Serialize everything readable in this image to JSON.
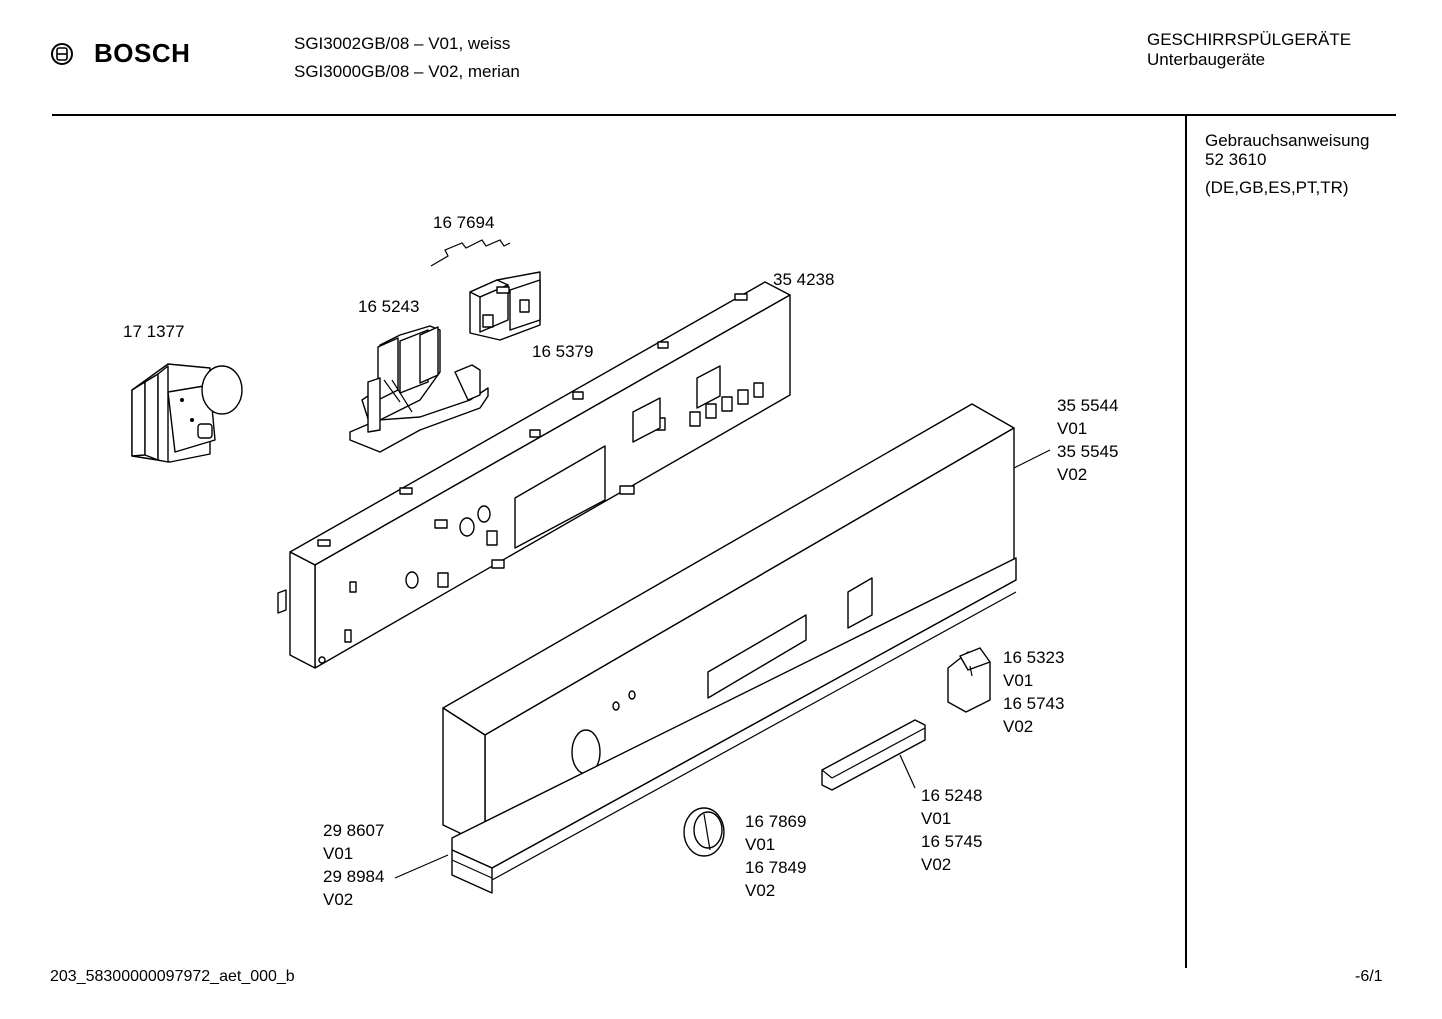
{
  "header": {
    "brand": "BOSCH",
    "models": [
      "SGI3002GB/08 – V01, weiss",
      "SGI3000GB/08 – V02, merian"
    ],
    "category": "GESCHIRRSPÜLGERÄTE",
    "subcategory": "Unterbaugeräte"
  },
  "manual": {
    "title": "Gebrauchsanweisung",
    "number": "52 3610",
    "languages": "(DE,GB,ES,PT,TR)"
  },
  "parts": {
    "p167694": "16 7694",
    "p354238": "35 4238",
    "p165243": "16 5243",
    "p165379": "16 5379",
    "p171377": "17 1377",
    "p355544": [
      "35 5544",
      "V01",
      "35 5545",
      "V02"
    ],
    "p165323": [
      "16 5323",
      "V01",
      "16 5743",
      "V02"
    ],
    "p165248": [
      "16 5248",
      "V01",
      "16 5745",
      "V02"
    ],
    "p167869": [
      "16 7869",
      "V01",
      "16 7849",
      "V02"
    ],
    "p298607": [
      "29 8607",
      "V01",
      "29 8984",
      "V02"
    ]
  },
  "footer": {
    "document_id": "203_58300000097972_aet_000_b",
    "page": "-6/1"
  }
}
